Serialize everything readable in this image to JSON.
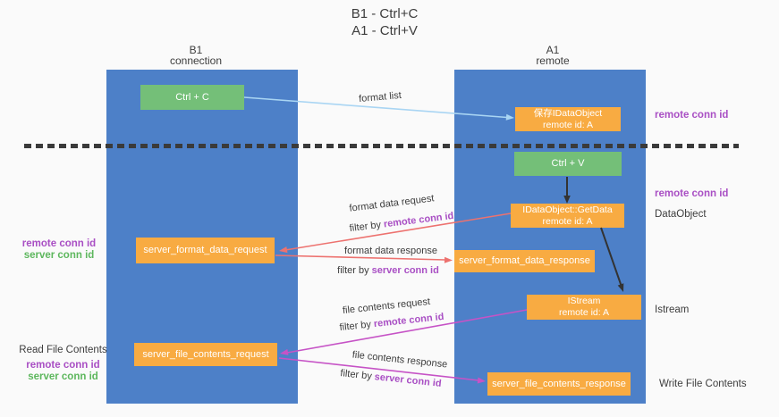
{
  "title": {
    "line1": "B1 - Ctrl+C",
    "line2": "A1 - Ctrl+V"
  },
  "columns": {
    "b1": {
      "name": "B1",
      "subtitle": "connection"
    },
    "a1": {
      "name": "A1",
      "subtitle": "remote"
    }
  },
  "boxes": {
    "ctrl_c": "Ctrl + C",
    "ctrl_v": "Ctrl + V",
    "save_idataobject_line1": "保存IDataObject",
    "save_idataobject_line2": "remote id: A",
    "getdata_line1": "IDataObject::GetData",
    "getdata_line2": "remote id: A",
    "istream_line1": "IStream",
    "istream_line2": "remote id: A",
    "server_format_data_request": "server_format_data_request",
    "server_format_data_response": "server_format_data_response",
    "server_file_contents_request": "server_file_contents_request",
    "server_file_contents_response": "server_file_contents_response"
  },
  "right_labels": {
    "remote_conn_id_top": "remote conn id",
    "remote_conn_id_mid": "remote conn id",
    "dataobject": "DataObject",
    "istream": "Istream",
    "write_file_contents": "Write File Contents"
  },
  "left_labels": {
    "remote_conn_id_1": "remote conn id",
    "server_conn_id_1": "server conn id",
    "read_file_contents": "Read File Contents",
    "remote_conn_id_2": "remote conn id",
    "server_conn_id_2": "server conn id"
  },
  "flow_labels": {
    "format_list": "format list",
    "format_data_request": "format data request",
    "format_data_response": "format data response",
    "file_contents_request": "file contents request",
    "file_contents_response": "file contents response",
    "filter_by": "filter by",
    "remote_conn_id": "remote conn id",
    "server_conn_id": "server conn id"
  },
  "colors": {
    "background": "#fafafa",
    "column_blue": "#4d80c8",
    "box_green": "#74bf78",
    "box_orange": "#f8ab42",
    "text_dark": "#3d3d3d",
    "purple": "#a94fc4",
    "green_label": "#5db75d",
    "arrow_lightblue": "#a9d5f3",
    "arrow_red": "#ed726f",
    "arrow_magenta": "#c653c6",
    "arrow_black": "#333333",
    "dash_line": "#3a3a3a"
  }
}
